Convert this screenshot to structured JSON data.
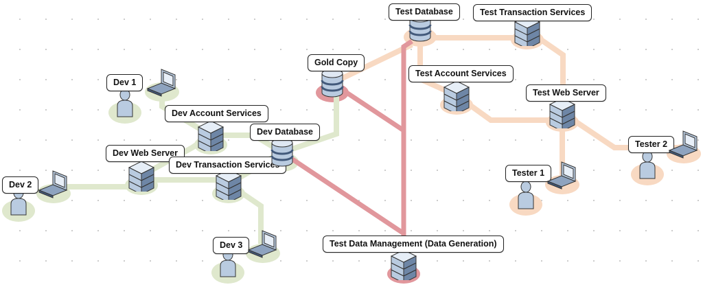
{
  "colors": {
    "dev_zone": "#dfe8cd",
    "test_zone": "#f8d9c2",
    "data_link": "#e1979c",
    "icon_fill": "#b9cbe0",
    "icon_dark": "#42597a"
  },
  "nodes": [
    {
      "id": "dev1",
      "label": "Dev 1",
      "type": "user",
      "zone": "dev"
    },
    {
      "id": "dev1-laptop",
      "label": "",
      "type": "laptop",
      "zone": "dev"
    },
    {
      "id": "dev2",
      "label": "Dev 2",
      "type": "user",
      "zone": "dev"
    },
    {
      "id": "dev2-laptop",
      "label": "",
      "type": "laptop",
      "zone": "dev"
    },
    {
      "id": "dev3",
      "label": "Dev 3",
      "type": "user",
      "zone": "dev"
    },
    {
      "id": "dev3-laptop",
      "label": "",
      "type": "laptop",
      "zone": "dev"
    },
    {
      "id": "dev-account",
      "label": "Dev Account Services",
      "type": "server",
      "zone": "dev"
    },
    {
      "id": "dev-web",
      "label": "Dev Web Server",
      "type": "server",
      "zone": "dev"
    },
    {
      "id": "dev-transaction",
      "label": "Dev Transaction Services",
      "type": "server",
      "zone": "dev"
    },
    {
      "id": "dev-db",
      "label": "Dev Database",
      "type": "database",
      "zone": "dev"
    },
    {
      "id": "gold-copy",
      "label": "Gold Copy",
      "type": "database",
      "zone": "data"
    },
    {
      "id": "test-db",
      "label": "Test Database",
      "type": "database",
      "zone": "test"
    },
    {
      "id": "test-transaction",
      "label": "Test Transaction Services",
      "type": "server",
      "zone": "test"
    },
    {
      "id": "test-account",
      "label": "Test Account Services",
      "type": "server",
      "zone": "test"
    },
    {
      "id": "test-web",
      "label": "Test Web Server",
      "type": "server",
      "zone": "test"
    },
    {
      "id": "tester1",
      "label": "Tester 1",
      "type": "user",
      "zone": "test"
    },
    {
      "id": "tester1-laptop",
      "label": "",
      "type": "laptop",
      "zone": "test"
    },
    {
      "id": "tester2",
      "label": "Tester 2",
      "type": "user",
      "zone": "test"
    },
    {
      "id": "tester2-laptop",
      "label": "",
      "type": "laptop",
      "zone": "test"
    },
    {
      "id": "tdm",
      "label": "Test Data Management (Data Generation)",
      "type": "server",
      "zone": "data"
    }
  ],
  "links": [
    {
      "from": "dev1-laptop",
      "to": "dev-account",
      "zone": "dev"
    },
    {
      "from": "dev-account",
      "to": "dev-db",
      "zone": "dev"
    },
    {
      "from": "dev-web",
      "to": "dev-account",
      "zone": "dev"
    },
    {
      "from": "dev2-laptop",
      "to": "dev-web",
      "zone": "dev"
    },
    {
      "from": "dev-web",
      "to": "dev-transaction",
      "zone": "dev"
    },
    {
      "from": "dev-transaction",
      "to": "dev-db",
      "zone": "dev"
    },
    {
      "from": "dev-transaction",
      "to": "dev3-laptop",
      "zone": "dev"
    },
    {
      "from": "dev-db",
      "to": "gold-copy",
      "zone": "dev"
    },
    {
      "from": "gold-copy",
      "to": "test-db",
      "zone": "test"
    },
    {
      "from": "test-db",
      "to": "test-transaction",
      "zone": "test"
    },
    {
      "from": "test-db",
      "to": "test-account",
      "zone": "test"
    },
    {
      "from": "test-account",
      "to": "test-web",
      "zone": "test"
    },
    {
      "from": "test-transaction",
      "to": "test-web",
      "zone": "test"
    },
    {
      "from": "test-web",
      "to": "tester1-laptop",
      "zone": "test"
    },
    {
      "from": "test-web",
      "to": "tester2-laptop",
      "zone": "test"
    },
    {
      "from": "gold-copy",
      "to": "tdm",
      "zone": "data"
    },
    {
      "from": "test-db",
      "to": "tdm",
      "zone": "data"
    },
    {
      "from": "dev-db",
      "to": "tdm",
      "zone": "data"
    }
  ]
}
